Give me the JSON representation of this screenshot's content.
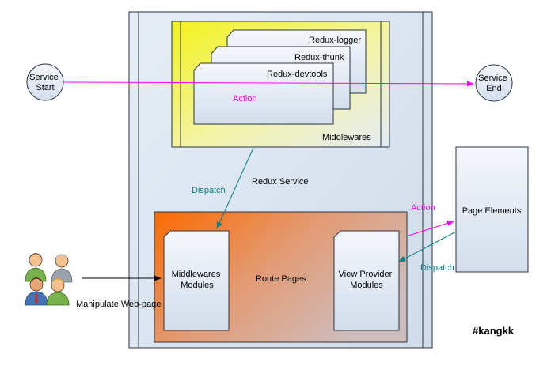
{
  "nodes": {
    "service_start": "Service\nStart",
    "service_end": "Service\nEnd",
    "redux_logger": "Redux-logger",
    "redux_thunk": "Redux-thunk",
    "redux_devtools": "Redux-devtools",
    "middlewares": "Middlewares",
    "redux_service": "Redux Service",
    "route_pages": "Route Pages",
    "middlewares_modules": "Middlewares\nModules",
    "view_provider_modules": "View Provider\nModules",
    "page_elements": "Page Elements"
  },
  "edges": {
    "action_top": "Action",
    "dispatch_left": "Dispatch",
    "action_right": "Action",
    "dispatch_right": "Dispatch",
    "manipulate": "Manipulate Web-page"
  },
  "watermark": "#kangkk",
  "colors": {
    "magenta": "#ff00ff",
    "teal": "#008080",
    "panel": "#d9e3f0",
    "node_fill": "#dde6f2"
  }
}
